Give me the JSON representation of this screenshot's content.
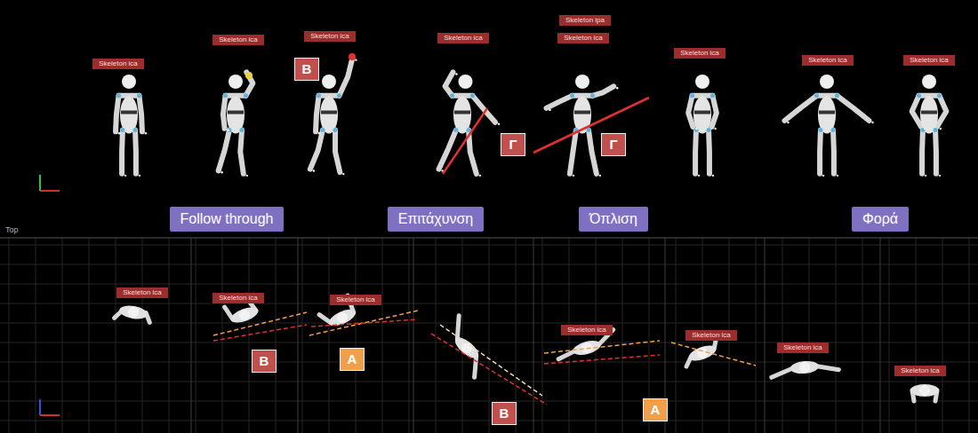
{
  "diagram": {
    "nodes": [
      {
        "text": [
          "Skeleton ica"
        ]
      },
      {
        "text": [
          "Skeleton ica"
        ]
      },
      {
        "text": [
          "Skeleton ica"
        ]
      },
      {
        "text": [
          "Skeleton ica"
        ]
      },
      {
        "text": [
          "Skeleton ipa"
        ]
      },
      {
        "text": [
          "Skeleton ica"
        ]
      },
      {
        "text": [
          "Skeleton ica"
        ]
      },
      {
        "text": [
          "Skeleton ica"
        ]
      },
      {
        "text": [
          "Skeleton ica"
        ]
      },
      {
        "text": [
          "B"
        ]
      },
      {
        "text": [
          "Γ"
        ]
      },
      {
        "text": [
          "Γ"
        ]
      },
      {
        "text": [
          "Follow through"
        ]
      },
      {
        "text": [
          "Επιτάχυνση"
        ]
      },
      {
        "text": [
          "Όπλιση"
        ]
      },
      {
        "text": [
          "Φορά"
        ]
      },
      {
        "text": [
          "Skeleton ica"
        ]
      },
      {
        "text": [
          "Skeleton ica"
        ]
      },
      {
        "text": [
          "Skeleton ica"
        ]
      },
      {
        "text": [
          "Skeleton ica"
        ]
      },
      {
        "text": [
          "Skeleton ica"
        ]
      },
      {
        "text": [
          "Skeleton ica"
        ]
      },
      {
        "text": [
          "Skeleton ica"
        ]
      },
      {
        "text": [
          "B"
        ]
      },
      {
        "text": [
          "A"
        ]
      },
      {
        "text": [
          "B"
        ]
      },
      {
        "text": [
          "A"
        ]
      }
    ],
    "labels": [
      "Top"
    ]
  }
}
